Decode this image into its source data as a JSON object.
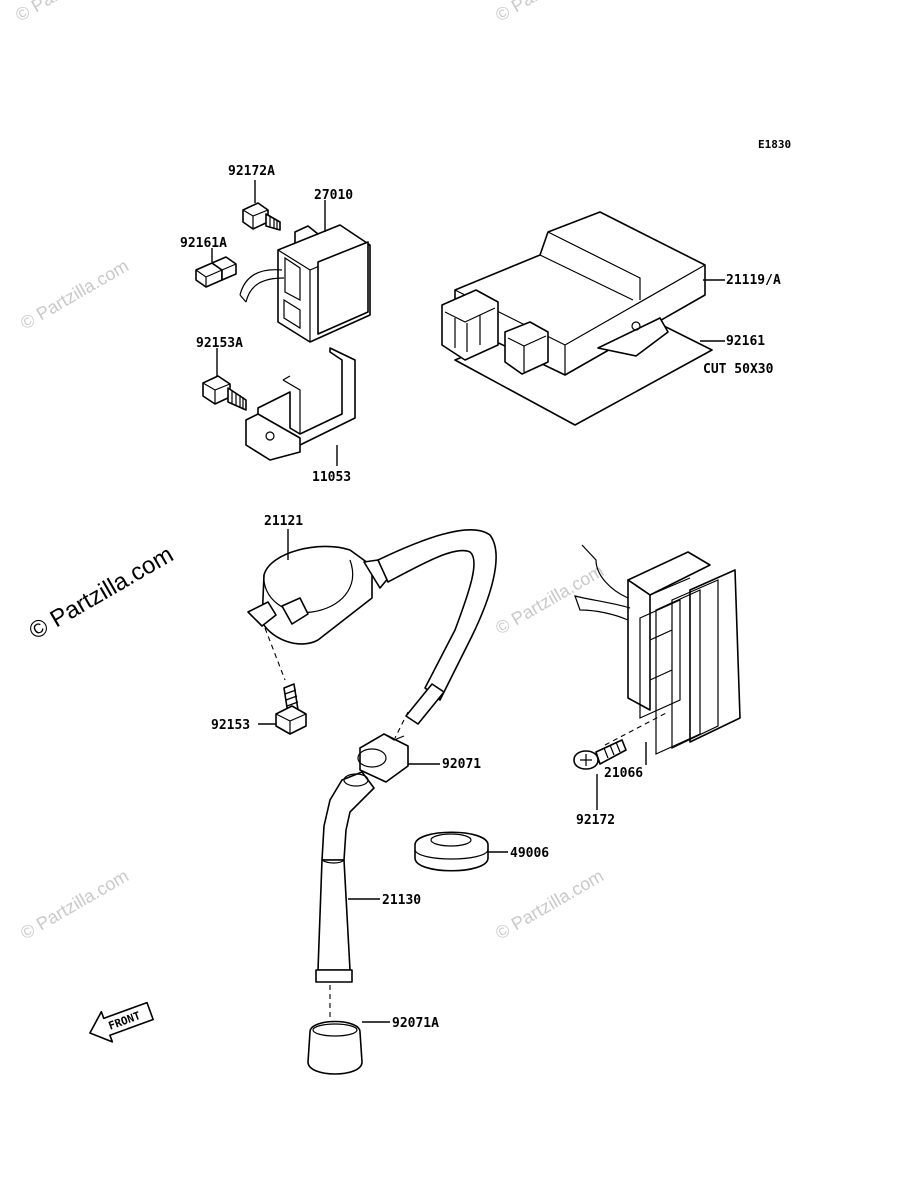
{
  "diagram_code": "E1830",
  "watermark": {
    "text": "© Partzilla.com",
    "main": "© Partzilla.com"
  },
  "labels": {
    "p92172A": "92172A",
    "p27010": "27010",
    "p92161A": "92161A",
    "p92153A": "92153A",
    "p11053": "11053",
    "p21119A": "21119/A",
    "p92161": "92161",
    "cut": "CUT 50X30",
    "p21121": "21121",
    "p92153": "92153",
    "p92071": "92071",
    "p49006": "49006",
    "p21130": "21130",
    "p92071A": "92071A",
    "p21066": "21066",
    "p92172": "92172"
  },
  "front_tag": "FRONT"
}
